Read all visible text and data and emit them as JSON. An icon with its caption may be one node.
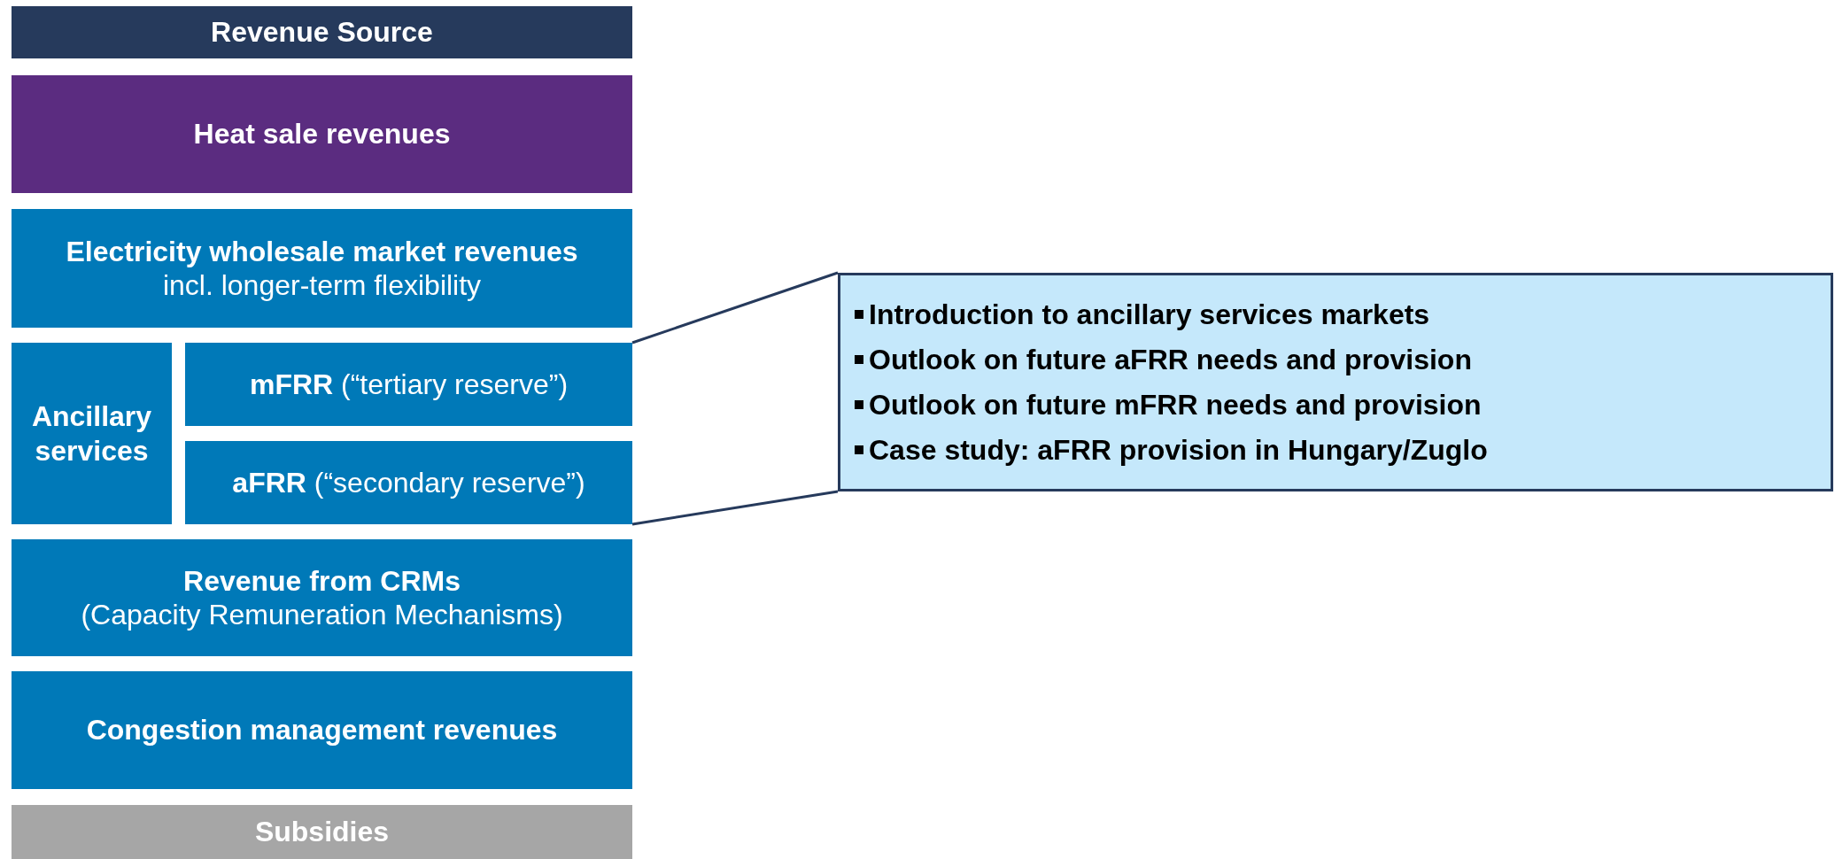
{
  "diagram": {
    "nodes": [
      {
        "text": [
          "Revenue Source"
        ]
      },
      {
        "text": [
          "Heat sale revenues"
        ]
      },
      {
        "text": [
          "Electricity wholesale market revenues",
          "incl. longer-term flexibility"
        ]
      },
      {
        "text": [
          "Ancillary services"
        ]
      },
      {
        "text": [
          "**mFRR** (“tertiary reserve”)"
        ]
      },
      {
        "text": [
          "**aFRR** (“secondary reserve”)"
        ]
      },
      {
        "text": [
          "Revenue from CRMs",
          "(Capacity Remuneration Mechanisms)"
        ]
      },
      {
        "text": [
          "Congestion management revenues"
        ]
      },
      {
        "text": [
          "Subsidies"
        ]
      },
      {
        "text": [
          "Introduction to ancillary services markets",
          "Outlook on future aFRR needs and provision",
          "Outlook on future mFRR needs and provision",
          "Case study: aFRR provision in Hungary/Zuglo"
        ]
      }
    ],
    "edges": [
      {
        "from": 4,
        "to": 9,
        "arrow": "none"
      },
      {
        "from": 5,
        "to": 9,
        "arrow": "none"
      }
    ]
  }
}
